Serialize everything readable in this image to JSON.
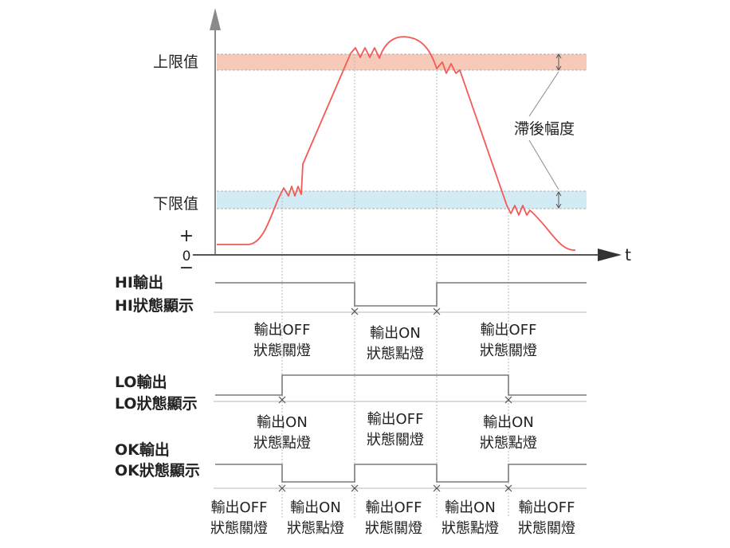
{
  "colors": {
    "upper_band": "#f6c9b8",
    "lower_band": "#d3ebf4",
    "signal": "#f25a55",
    "axis": "#6e6e6e",
    "guide": "#b8b8b8",
    "timing": "#7a7a7a"
  },
  "graph": {
    "upper_label": "上限值",
    "lower_label": "下限值",
    "hysteresis_label": "滯後幅度",
    "plus": "+",
    "zero": "0",
    "minus": "−",
    "t_label": "t"
  },
  "hi": {
    "label_line1": "HI輸出",
    "label_line2": "HI狀態顯示",
    "states": [
      {
        "line1": "輸出OFF",
        "line2": "狀態關燈"
      },
      {
        "line1": "輸出ON",
        "line2": "狀態點燈"
      },
      {
        "line1": "輸出OFF",
        "line2": "狀態關燈"
      }
    ]
  },
  "lo": {
    "label_line1": "LO輸出",
    "label_line2": "LO狀態顯示",
    "states": [
      {
        "line1": "輸出ON",
        "line2": "狀態點燈"
      },
      {
        "line1": "輸出OFF",
        "line2": "狀態關燈"
      },
      {
        "line1": "輸出ON",
        "line2": "狀態點燈"
      }
    ]
  },
  "ok": {
    "label_line1": "OK輸出",
    "label_line2": "OK狀態顯示",
    "states": [
      {
        "line1": "輸出OFF",
        "line2": "狀態關燈"
      },
      {
        "line1": "輸出ON",
        "line2": "狀態點燈"
      },
      {
        "line1": "輸出OFF",
        "line2": "狀態關燈"
      },
      {
        "line1": "輸出ON",
        "line2": "狀態點燈"
      },
      {
        "line1": "輸出OFF",
        "line2": "狀態關燈"
      }
    ]
  }
}
